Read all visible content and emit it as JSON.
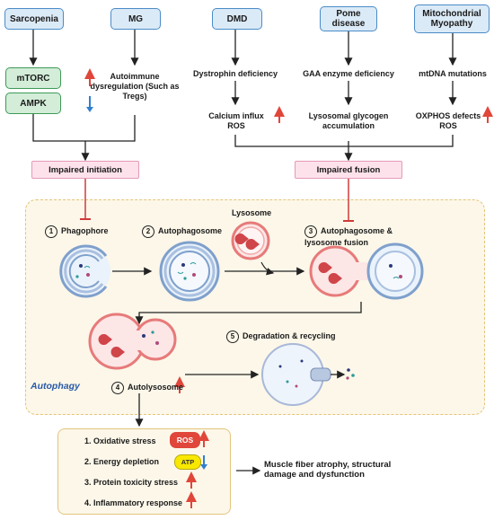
{
  "top_boxes": {
    "sarcopenia": "Sarcopenia",
    "mg": "MG",
    "dmd": "DMD",
    "pome": "Pome disease",
    "mito": "Mitochondrial Myopathy"
  },
  "signals": {
    "mtorc": "mTORC",
    "ampk": "AMPK"
  },
  "labels": {
    "autoimmune": "Autoimmune dysregulation (Such as Tregs)",
    "dystrophin": "Dystrophin deficiency",
    "gaa": "GAA enzyme deficiency",
    "mtdna": "mtDNA mutations",
    "calcium": "Calcium influx ROS",
    "lysosomal": "Lysosomal glycogen accumulation",
    "oxphos": "OXPHOS defects ROS"
  },
  "impairments": {
    "initiation": "Impaired initiation",
    "fusion": "Impaired fusion"
  },
  "stages": {
    "s1_num": "1",
    "s1": "Phagophore",
    "s2_num": "2",
    "s2": "Autophagosome",
    "lysosome": "Lysosome",
    "s3_num": "3",
    "s3": "Autophagosome & lysosome fusion",
    "s4_num": "4",
    "s4": "Autolysosome",
    "s5_num": "5",
    "s5": "Degradation & recycling",
    "autophagy": "Autophagy"
  },
  "effects": {
    "e1": "1. Oxidative stress",
    "ros": "ROS",
    "e2": "2. Energy depletion",
    "atp": "ATP",
    "e3": "3. Protein toxicity stress",
    "e4": "4. Inflammatory response"
  },
  "outcome": "Muscle fiber atrophy, structural damage and dysfunction",
  "colors": {
    "up": "#e0463a",
    "down": "#2f7fd0",
    "inhibit": "#d03a3a",
    "membrane": "#7fa0cc",
    "lysosome": "#e77a7a"
  },
  "indicators": {
    "mtorc": "up",
    "ampk": "down",
    "calcium": "up",
    "oxphos": "up",
    "autolysosome": "up",
    "oxidative": "up",
    "energy": "down",
    "protein": "up",
    "inflammatory": "up"
  }
}
